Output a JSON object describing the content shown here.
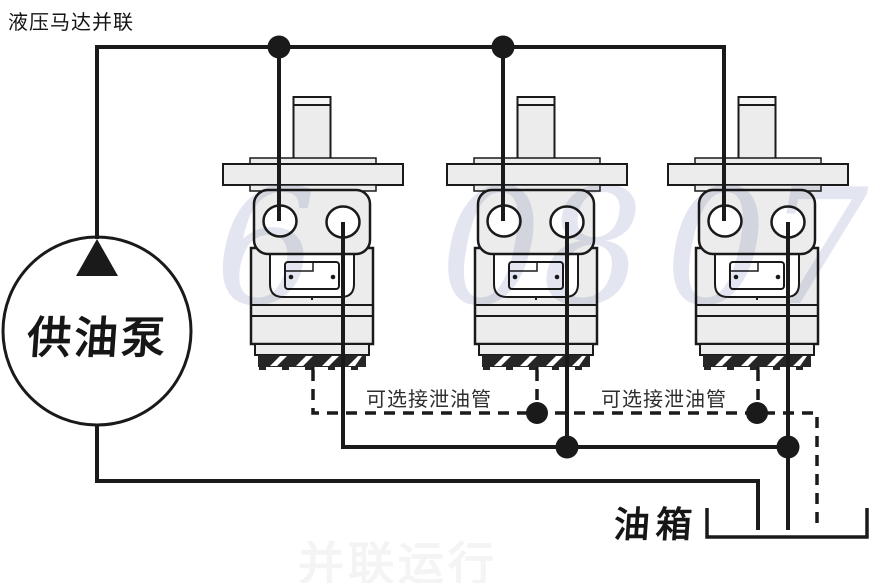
{
  "title": "液压马达并联",
  "pump": {
    "label": "供油泵"
  },
  "tank": {
    "label": "油箱"
  },
  "drain_labels": {
    "left": "可选接泄油管",
    "right": "可选接泄油管"
  },
  "watermark": {
    "center_fragments": [
      "6",
      "08",
      "07"
    ],
    "bottom": "并联运行"
  },
  "motors": {
    "count": "3"
  },
  "colors": {
    "line": "#1a1a1a",
    "motor_fill": "#ececec",
    "port_fill": "#ffffff",
    "watermark": "#e3e5f0"
  }
}
